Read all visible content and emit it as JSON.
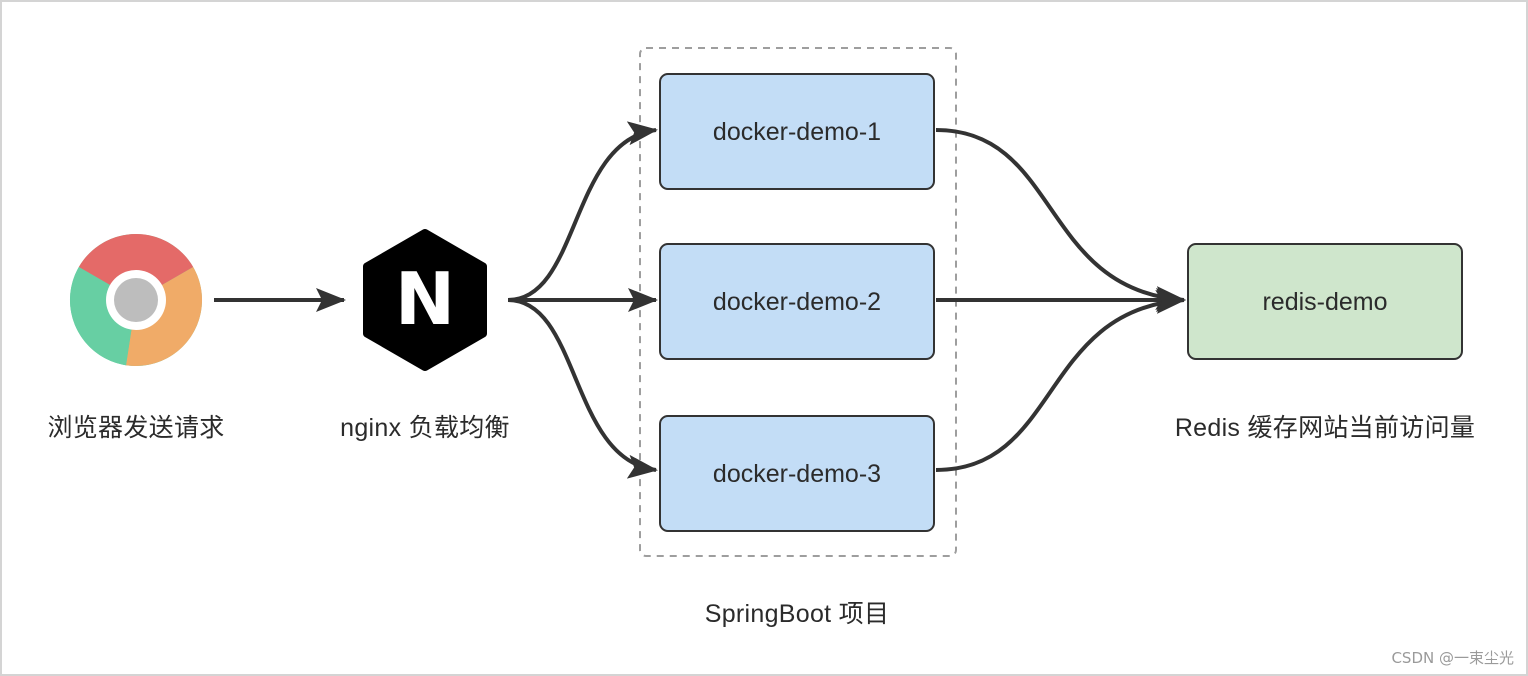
{
  "nodes": {
    "browser": {
      "label": "浏览器发送请求",
      "icon": "chrome-browser-icon"
    },
    "nginx": {
      "label": "nginx 负载均衡",
      "icon": "nginx-logo-icon",
      "glyph": "N"
    },
    "app1": {
      "label": "docker-demo-1"
    },
    "app2": {
      "label": "docker-demo-2"
    },
    "app3": {
      "label": "docker-demo-3"
    },
    "redis": {
      "label": "redis-demo",
      "caption": "Redis 缓存网站当前访问量"
    }
  },
  "group": {
    "label": "SpringBoot 项目"
  },
  "edges": [
    {
      "from": "browser",
      "to": "nginx"
    },
    {
      "from": "nginx",
      "to": "app1"
    },
    {
      "from": "nginx",
      "to": "app2"
    },
    {
      "from": "nginx",
      "to": "app3"
    },
    {
      "from": "app1",
      "to": "redis"
    },
    {
      "from": "app2",
      "to": "redis"
    },
    {
      "from": "app3",
      "to": "redis"
    }
  ],
  "watermark": "CSDN @一束尘光",
  "colors": {
    "app_fill": "#c3ddf6",
    "redis_fill": "#cfe6cc",
    "box_stroke": "#333333",
    "edge": "#333333",
    "group_border": "#9e9e9e",
    "chrome_red": "#e46a68",
    "chrome_yellow": "#f0ab68",
    "chrome_green": "#67cfa3",
    "chrome_center": "#bdbdbd",
    "nginx_fill": "#000000"
  }
}
